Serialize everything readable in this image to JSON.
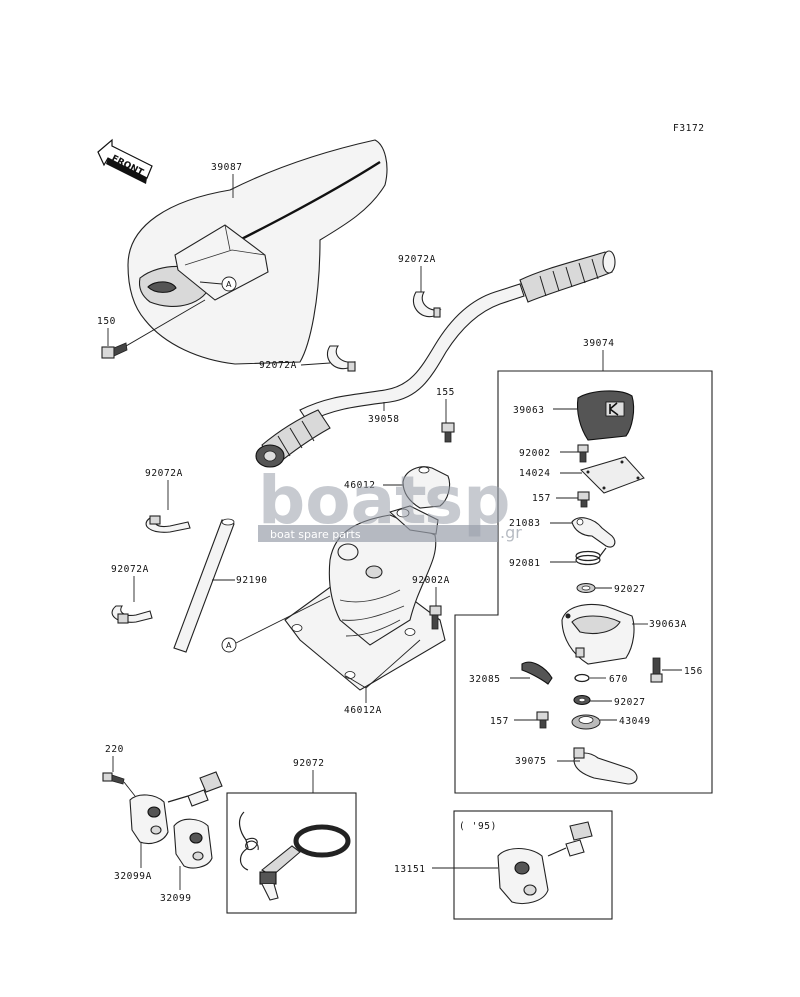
{
  "figure_code": "F3172",
  "front_label": "FRONT",
  "ref_marker": "A",
  "watermark": {
    "brand_left": "boat",
    "brand_right": "sp",
    "tagline": "boat spare parts",
    "suffix": ".gr"
  },
  "callouts": {
    "c39087": "39087",
    "c150": "150",
    "c92072A_top": "92072A",
    "c92072A_mid": "92072A",
    "c39058": "39058",
    "c155": "155",
    "c39074": "39074",
    "c39063": "39063",
    "c92002": "92002",
    "c14024": "14024",
    "c157_top": "157",
    "c21083": "21083",
    "c92081": "92081",
    "c92027_top": "92027",
    "c39063A": "39063A",
    "c156": "156",
    "c670": "670",
    "c32085": "32085",
    "c92027_bot": "92027",
    "c157_bot": "157",
    "c43049": "43049",
    "c39075": "39075",
    "c92072A_left1": "92072A",
    "c92072A_left2": "92072A",
    "c92190": "92190",
    "c46012": "46012",
    "c92002A": "92002A",
    "c46012A": "46012A",
    "c220": "220",
    "c32099A": "32099A",
    "c32099": "32099",
    "c92072": "92072",
    "c13151": "13151",
    "year_note": "( '95)"
  }
}
